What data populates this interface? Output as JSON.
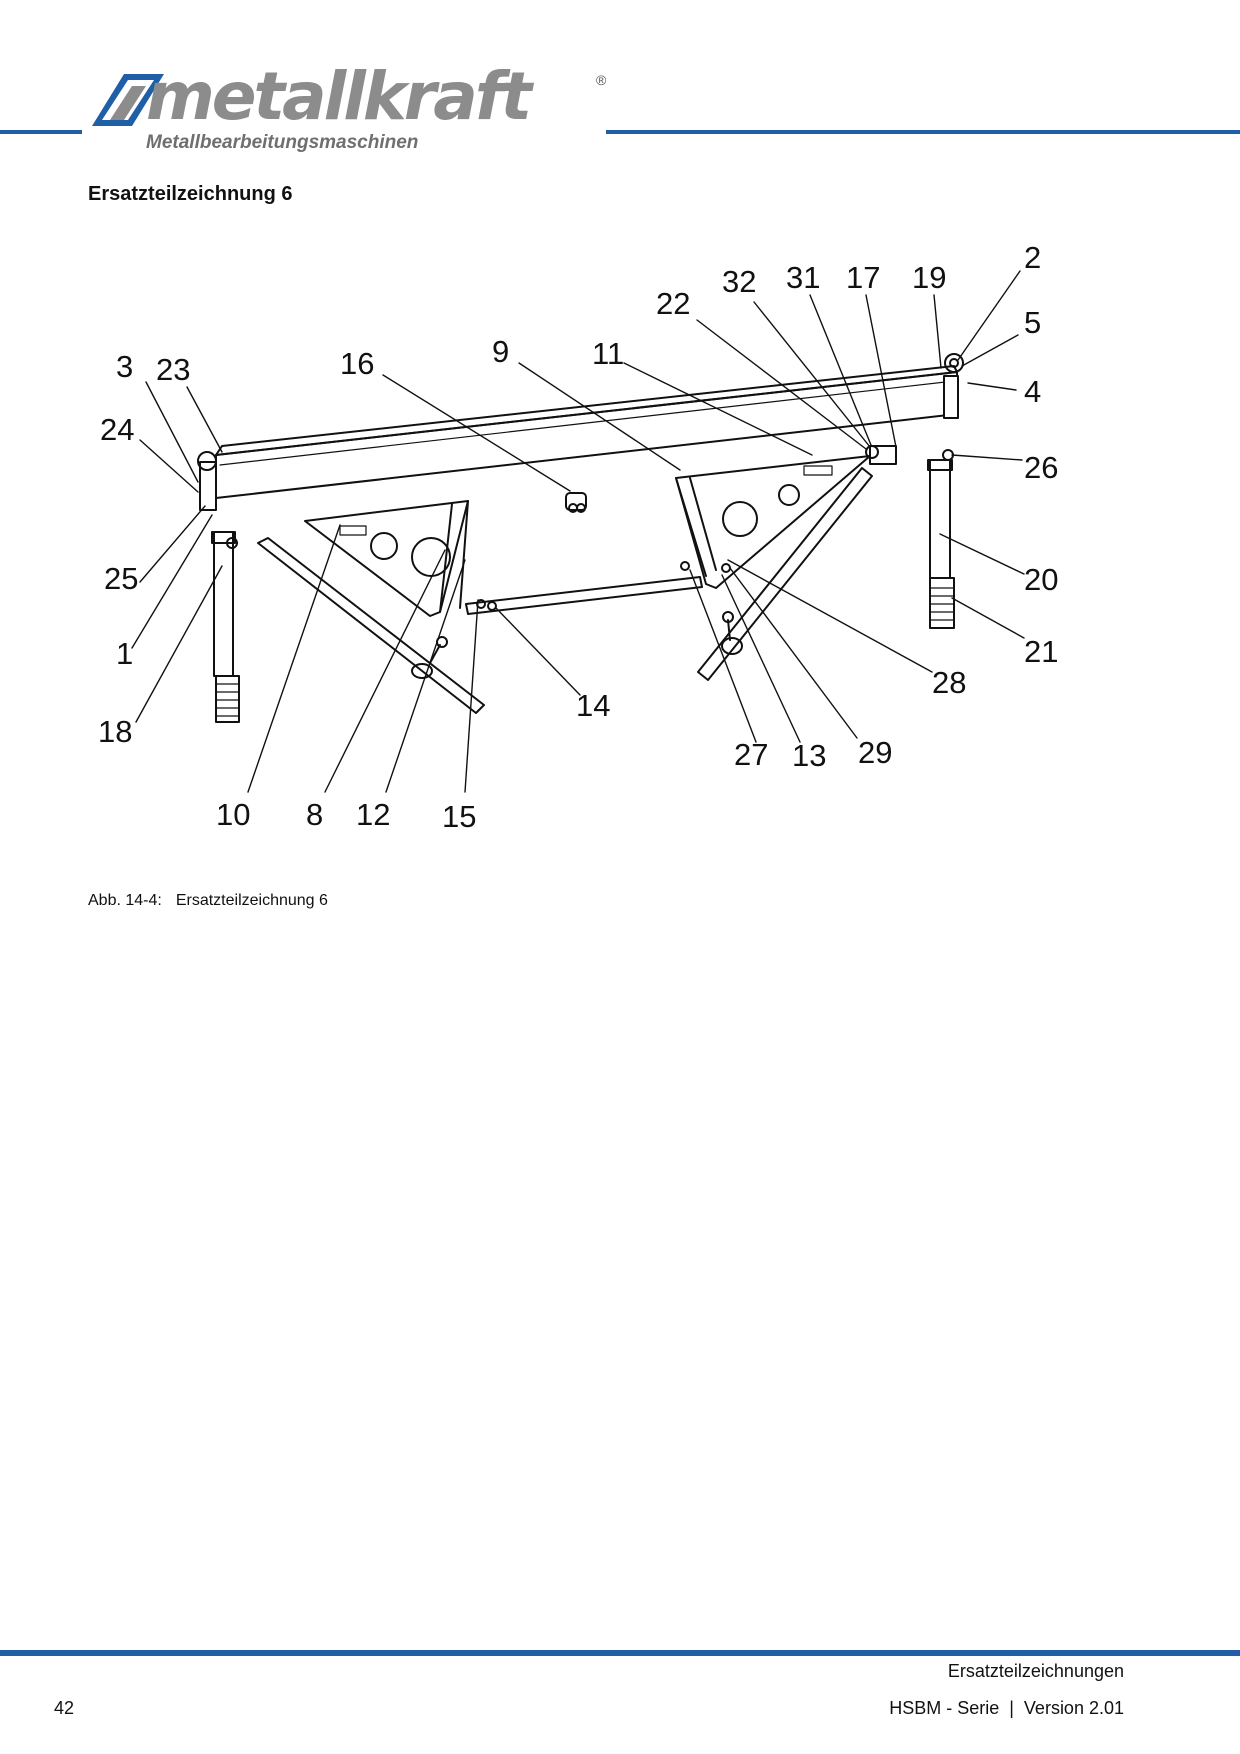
{
  "header": {
    "brand_name": "metallkraft",
    "brand_tagline": "Metallbearbeitungsmaschinen",
    "brand_registered_mark": "®",
    "rule_color": "#1f5fa8"
  },
  "section": {
    "title": "Ersatzteilzeichnung 6"
  },
  "figure": {
    "caption_label": "Abb. 14-4:",
    "caption_text": "Ersatzteilzeichnung 6",
    "callouts": [
      "1",
      "2",
      "3",
      "4",
      "5",
      "8",
      "9",
      "10",
      "11",
      "12",
      "13",
      "14",
      "15",
      "16",
      "17",
      "18",
      "19",
      "20",
      "21",
      "22",
      "23",
      "24",
      "25",
      "26",
      "27",
      "28",
      "29",
      "31",
      "32"
    ]
  },
  "footer": {
    "section_name": "Ersatzteilzeichnungen",
    "page_number": "42",
    "series_version": "HSBM - Serie  |  Version 2.01"
  }
}
